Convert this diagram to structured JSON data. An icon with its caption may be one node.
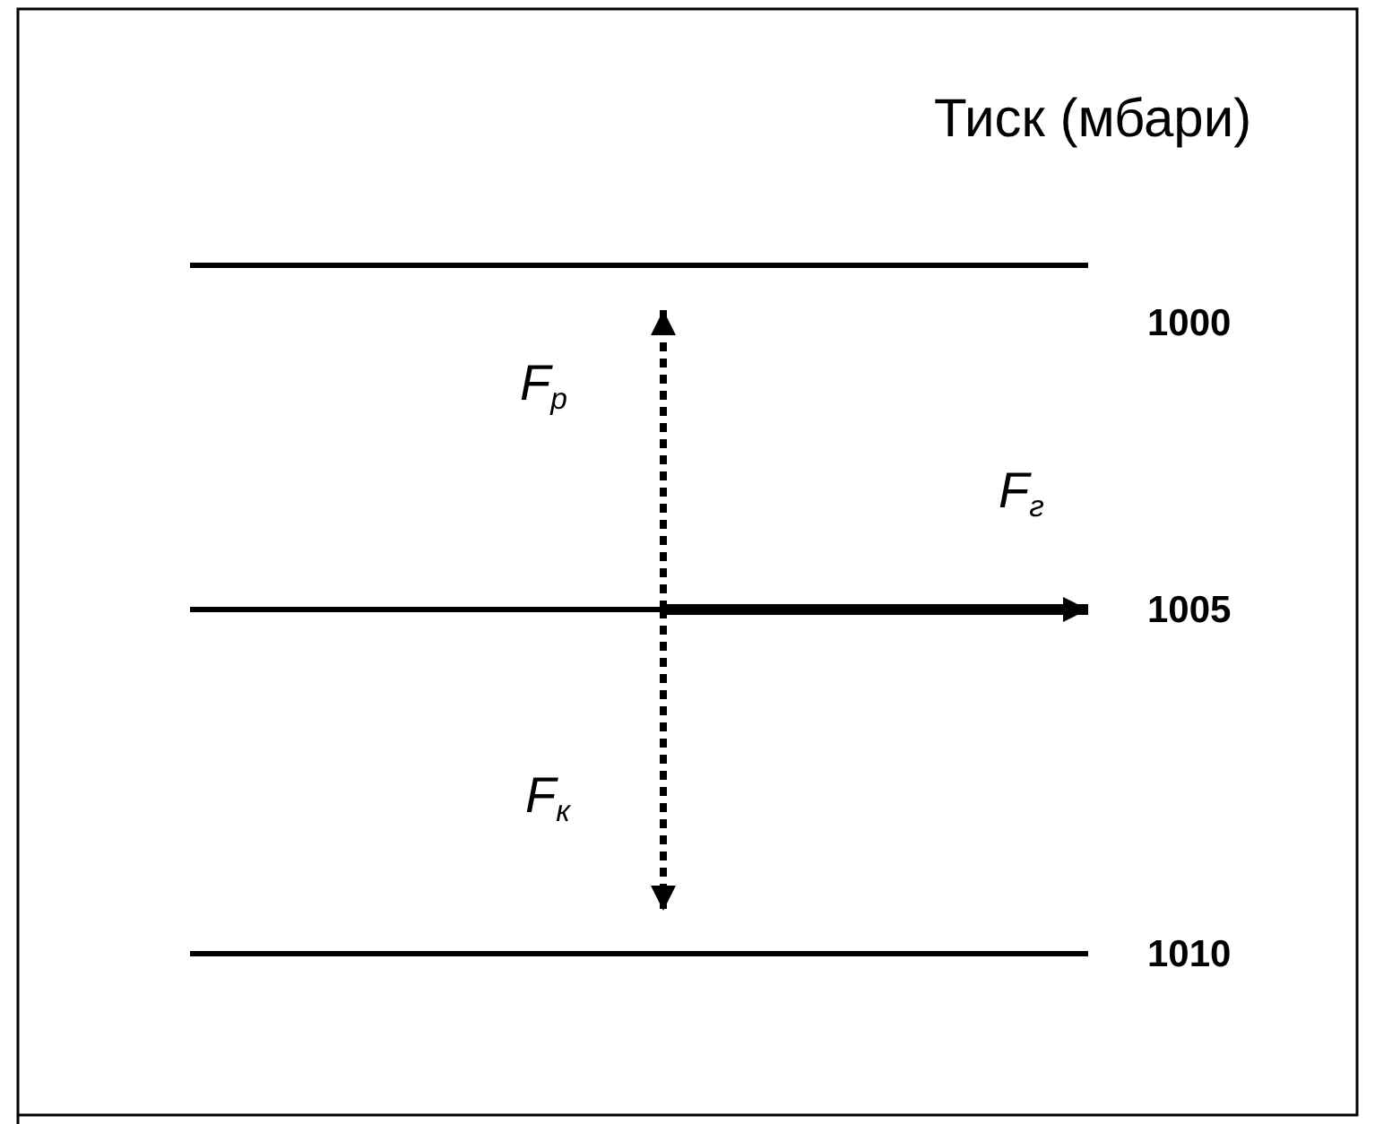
{
  "diagram": {
    "labels": [
      "Тиск (мбари)",
      "1000",
      "F$_{р}$",
      "F$_{г}$",
      "1005",
      "F$_{к}$",
      "1010"
    ]
  }
}
